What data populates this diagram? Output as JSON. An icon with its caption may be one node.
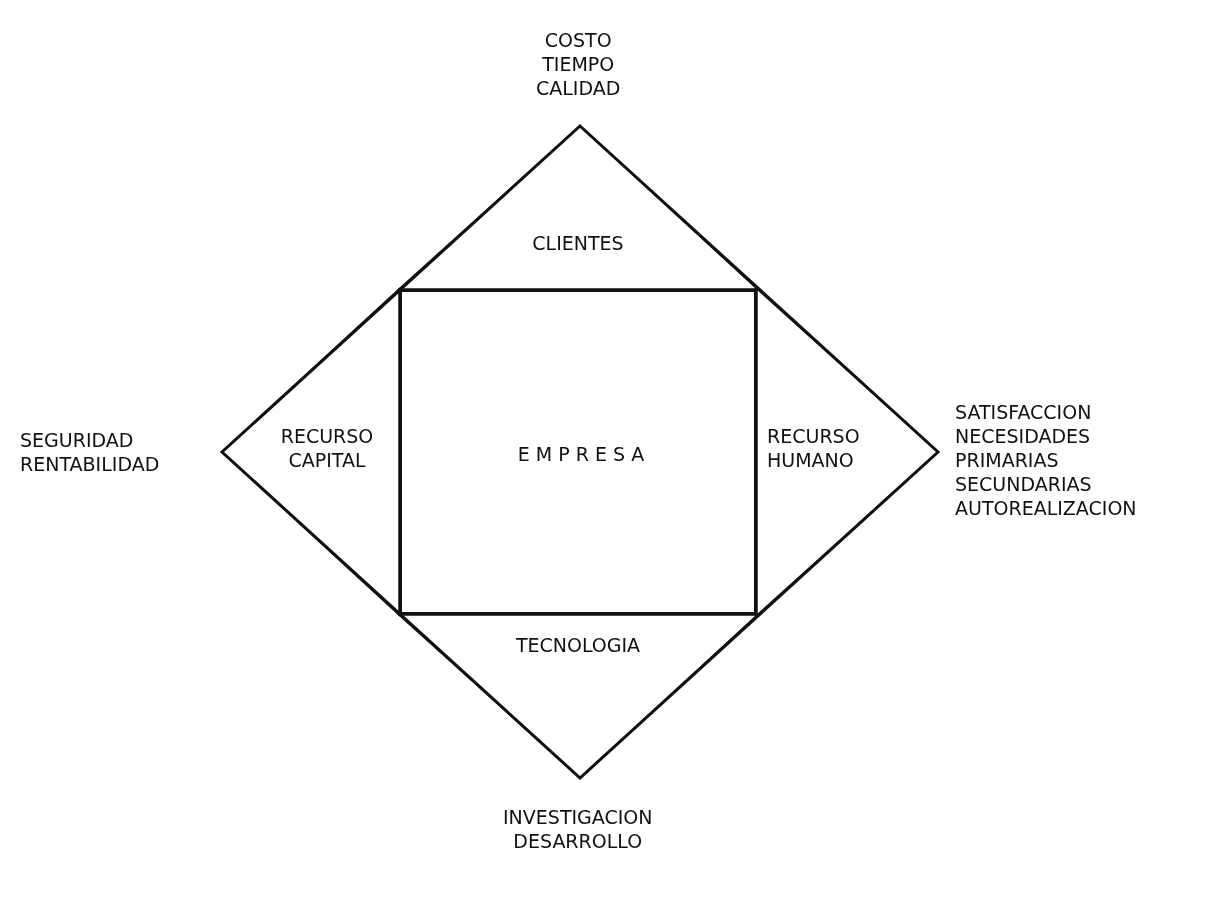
{
  "diagram": {
    "nodes": [
      {
        "text": [],
        "shape": "diamond"
      },
      {
        "text": [
          "CLIENTES"
        ],
        "in": 0,
        "beside": [
          "COSTO",
          "TIEMPO",
          "CALIDAD"
        ]
      },
      {
        "text": [
          "RECURSO CAPITAL"
        ],
        "in": 0,
        "beside": [
          "SEGURIDAD",
          "RENTABILIDAD"
        ]
      },
      {
        "text": [
          "E M P R E S A"
        ],
        "in": 0
      },
      {
        "text": [
          "RECURSO HUMANO"
        ],
        "in": 0,
        "beside": [
          "SATISFACCION",
          "NECESIDADES",
          "PRIMARIAS",
          "SECUNDARIAS",
          "AUTOREALIZACION"
        ]
      },
      {
        "text": [
          "TECNOLOGIA"
        ],
        "in": 0,
        "beside": [
          "INVESTIGACION",
          "DESARROLLO"
        ]
      }
    ]
  }
}
